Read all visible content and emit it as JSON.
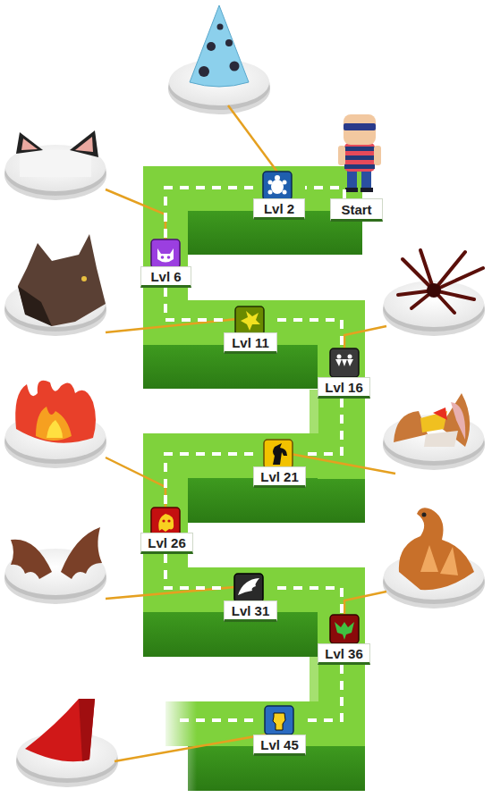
{
  "diagram": {
    "nodes": [
      {
        "text": [
          "Start"
        ]
      },
      {
        "text": [
          "Lvl 2"
        ]
      },
      {
        "text": [
          "Lvl 6"
        ]
      },
      {
        "text": [
          "Lvl 11"
        ]
      },
      {
        "text": [
          "Lvl 16"
        ]
      },
      {
        "text": [
          "Lvl 21"
        ]
      },
      {
        "text": [
          "Lvl 26"
        ]
      },
      {
        "text": [
          "Lvl 31"
        ]
      },
      {
        "text": [
          "Lvl 36"
        ]
      },
      {
        "text": [
          "Lvl 45"
        ]
      }
    ],
    "edges": [
      {
        "from": 0,
        "to": 1,
        "arrow": "none"
      },
      {
        "from": 1,
        "to": 2,
        "arrow": "none"
      },
      {
        "from": 2,
        "to": 3,
        "arrow": "none"
      },
      {
        "from": 3,
        "to": 4,
        "arrow": "none"
      },
      {
        "from": 4,
        "to": 5,
        "arrow": "none"
      },
      {
        "from": 5,
        "to": 6,
        "arrow": "none"
      },
      {
        "from": 6,
        "to": 7,
        "arrow": "none"
      },
      {
        "from": 7,
        "to": 8,
        "arrow": "none"
      },
      {
        "from": 8,
        "to": 9,
        "arrow": "none"
      }
    ]
  }
}
